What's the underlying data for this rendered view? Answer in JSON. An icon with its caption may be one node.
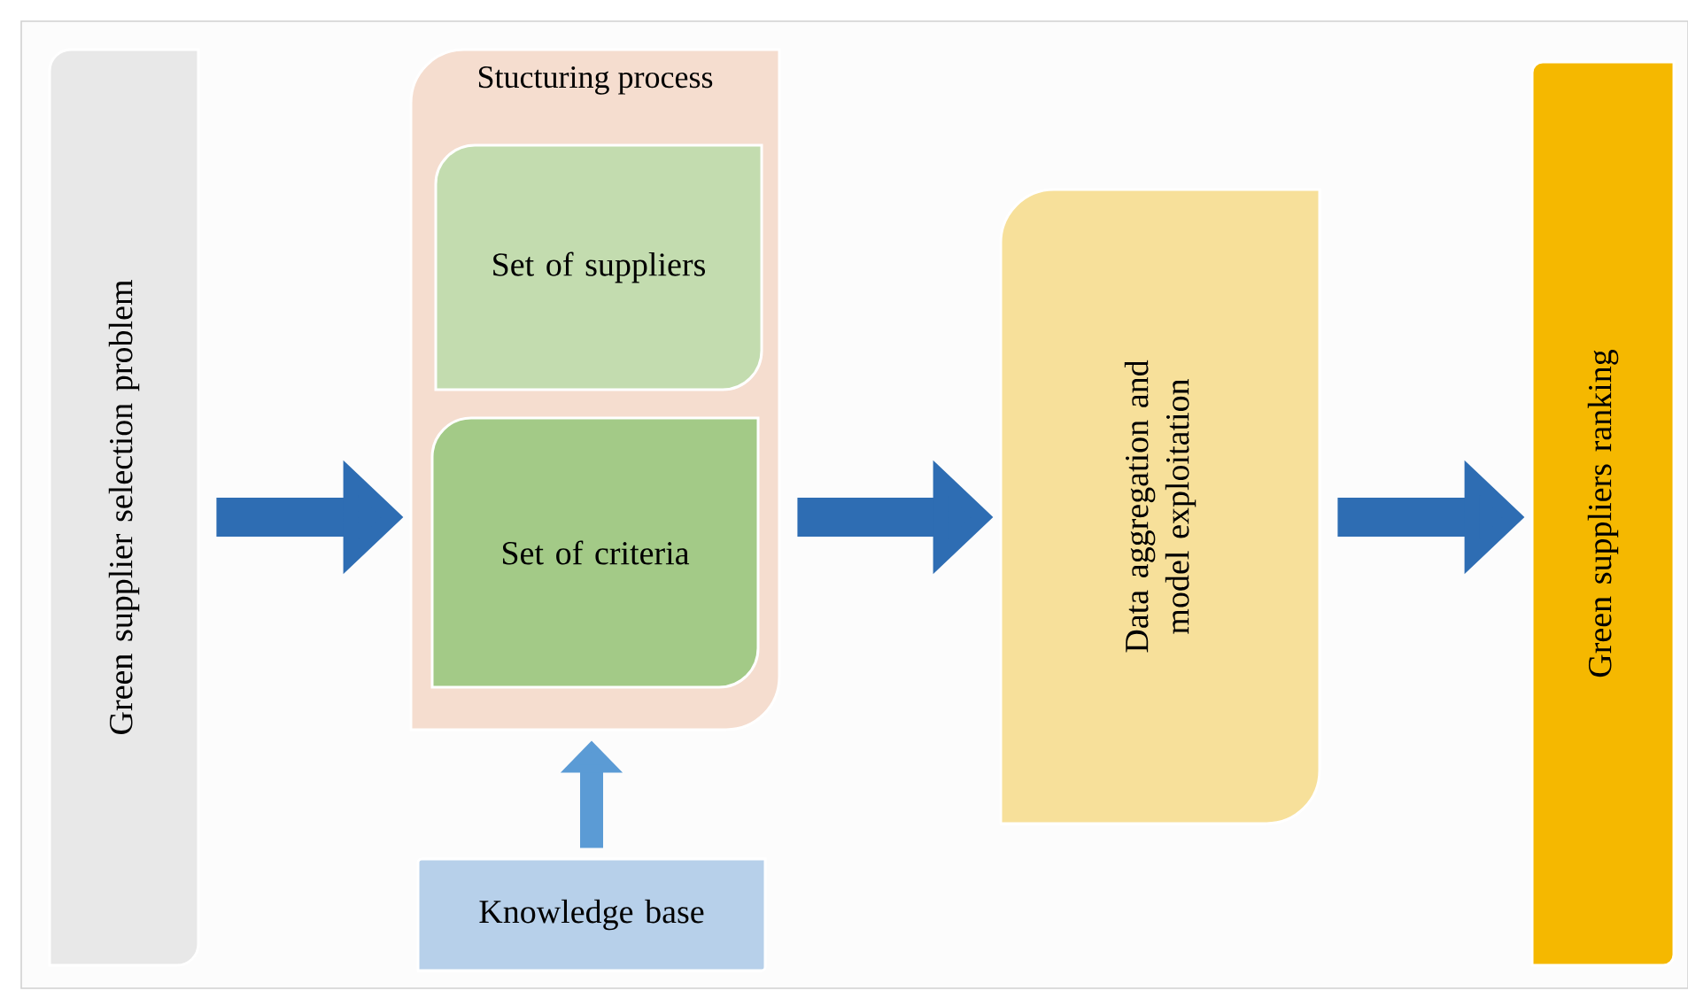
{
  "diagram": {
    "nodes": [
      {
        "text": [
          "Green supplier selection problem"
        ]
      },
      {
        "text": [
          "Stucturing process"
        ]
      },
      {
        "text": [
          "Set of suppliers"
        ],
        "in": 1
      },
      {
        "text": [
          "Set of criteria"
        ],
        "in": 1
      },
      {
        "text": [
          "Knowledge base"
        ]
      },
      {
        "text": [
          "Data aggregation and model exploitation"
        ]
      },
      {
        "text": [
          "Green suppliers ranking"
        ]
      }
    ],
    "edges": [
      {
        "from": 0,
        "to": 1,
        "arrow": "to"
      },
      {
        "from": 4,
        "to": 1,
        "arrow": "to",
        "color": "#5b9bd5"
      },
      {
        "from": 1,
        "to": 5,
        "arrow": "to"
      },
      {
        "from": 5,
        "to": 6,
        "arrow": "to"
      }
    ]
  }
}
